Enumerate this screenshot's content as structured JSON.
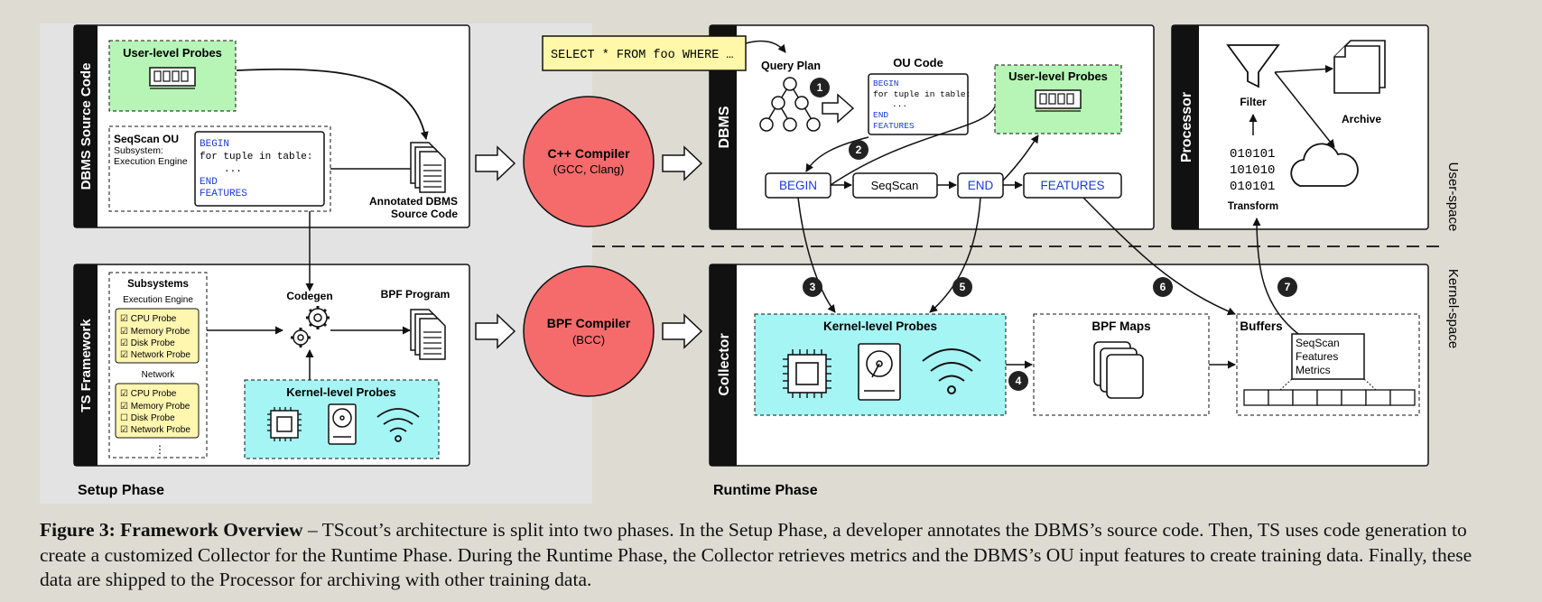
{
  "setup": {
    "phase_label": "Setup Phase",
    "dbms_source_title": "DBMS Source Code",
    "ts_framework_title": "TS Framework",
    "user_probes_title": "User-level Probes",
    "seqscan": {
      "title": "SeqScan OU",
      "subsystem": "Subsystem:",
      "engine": "Execution Engine"
    },
    "code_lines": [
      "BEGIN",
      "for tuple in table:",
      "...",
      "END",
      "FEATURES"
    ],
    "annotated_label_1": "Annotated DBMS",
    "annotated_label_2": "Source Code",
    "subsystems_title": "Subsystems",
    "group1_title": "Execution Engine",
    "group1_items": [
      "☑ CPU Probe",
      "☑ Memory Probe",
      "☑ Disk Probe",
      "☑ Network Probe"
    ],
    "group2_title": "Network",
    "group2_items": [
      "☑ CPU Probe",
      "☑ Memory Probe",
      "☐ Disk Probe",
      "☑ Network Probe"
    ],
    "more": "⋮",
    "codegen": "Codegen",
    "bpf_program": "BPF Program",
    "kernel_probes_title": "Kernel-level Probes"
  },
  "compilers": {
    "cpp_title": "C++ Compiler",
    "cpp_sub": "(GCC, Clang)",
    "bpf_title": "BPF Compiler",
    "bpf_sub": "(BCC)"
  },
  "runtime": {
    "phase_label": "Runtime Phase",
    "dbms_title": "DBMS",
    "collector_title": "Collector",
    "sql": "SELECT * FROM foo WHERE …",
    "query_plan": "Query Plan",
    "ou_code_title": "OU Code",
    "ou_code_lines": [
      "BEGIN",
      "for tuple in table:",
      "...",
      "END",
      "FEATURES"
    ],
    "user_probes_title": "User-level Probes",
    "pipeline": [
      "BEGIN",
      "SeqScan",
      "END",
      "FEATURES"
    ],
    "kernel_probes_title": "Kernel-level Probes",
    "bpf_maps": "BPF Maps",
    "buffers": "Buffers",
    "buffer_card": [
      "SeqScan",
      "Features",
      "Metrics"
    ],
    "steps": [
      "1",
      "2",
      "3",
      "4",
      "5",
      "6",
      "7"
    ]
  },
  "processor": {
    "title": "Processor",
    "filter": "Filter",
    "archive": "Archive",
    "transform": "Transform",
    "binary": [
      "010101",
      "101010",
      "010101"
    ]
  },
  "spaces": {
    "user": "User-space",
    "kernel": "Kernel-space"
  },
  "caption": {
    "label": "Figure 3: Framework Overview",
    "text": " – TScout’s architecture is split into two phases. In the Setup Phase, a developer annotates the DBMS’s source code. Then, TS uses code generation to create a customized Collector for the Runtime Phase. During the Runtime Phase, the Collector retrieves metrics and the DBMS’s OU input features to create training data. Finally, these data are shipped to the Processor for archiving with other training data."
  },
  "colors": {
    "user_probe_fill": "#b6f5b6",
    "kernel_probe_fill": "#a6f5f5",
    "compiler_fill": "#f56b6b",
    "code_keyword": "#1a3ad8",
    "checklist_fill": "#fff6b0",
    "sql_fill": "#fff8a8",
    "setup_bg": "#e3e3e3"
  }
}
